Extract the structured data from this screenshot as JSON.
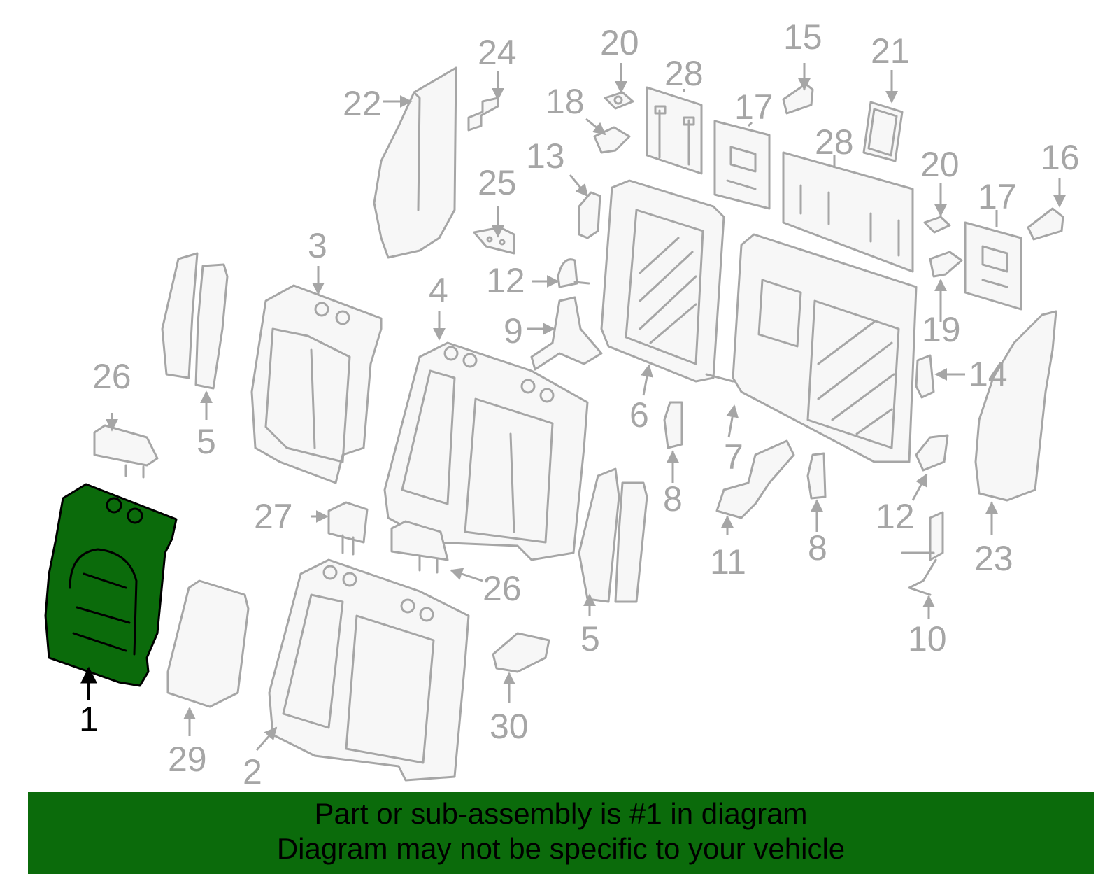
{
  "banner": {
    "line1": "Part or sub-assembly is #1 in diagram",
    "line2": "Diagram may not be specific to your vehicle"
  },
  "colors": {
    "highlight": "#0b6b0b",
    "part_outline": "#a6a6a6",
    "banner_bg": "#0b6b0b"
  },
  "callouts": {
    "c1": "1",
    "c2": "2",
    "c3": "3",
    "c4": "4",
    "c5a": "5",
    "c5b": "5",
    "c6": "6",
    "c7": "7",
    "c8a": "8",
    "c8b": "8",
    "c9": "9",
    "c10": "10",
    "c11": "11",
    "c12a": "12",
    "c12b": "12",
    "c13": "13",
    "c14": "14",
    "c15": "15",
    "c16": "16",
    "c17a": "17",
    "c17b": "17",
    "c18": "18",
    "c19": "19",
    "c20a": "20",
    "c20b": "20",
    "c21": "21",
    "c22": "22",
    "c23": "23",
    "c24": "24",
    "c25": "25",
    "c26a": "26",
    "c26b": "26",
    "c27": "27",
    "c28a": "28",
    "c28b": "28",
    "c29": "29",
    "c30": "30"
  }
}
